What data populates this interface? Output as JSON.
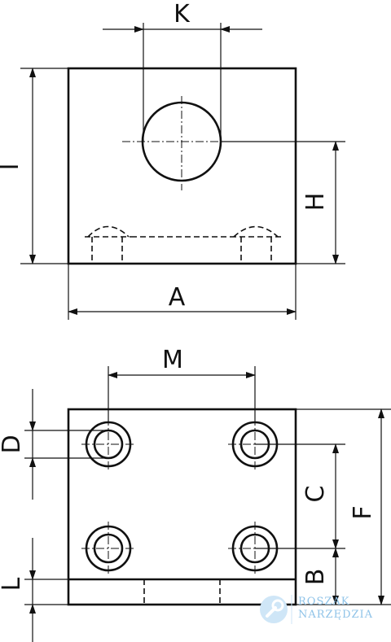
{
  "top_view": {
    "labels": {
      "K": "K",
      "I": "I",
      "H": "H",
      "A": "A"
    }
  },
  "bottom_view": {
    "labels": {
      "M": "M",
      "D": "D",
      "C": "C",
      "F": "F",
      "B": "B",
      "L": "L"
    }
  },
  "watermark": {
    "line1": "ROSZAK",
    "line2": "NARZĘDZIA",
    "color": "#8fc3e8"
  }
}
